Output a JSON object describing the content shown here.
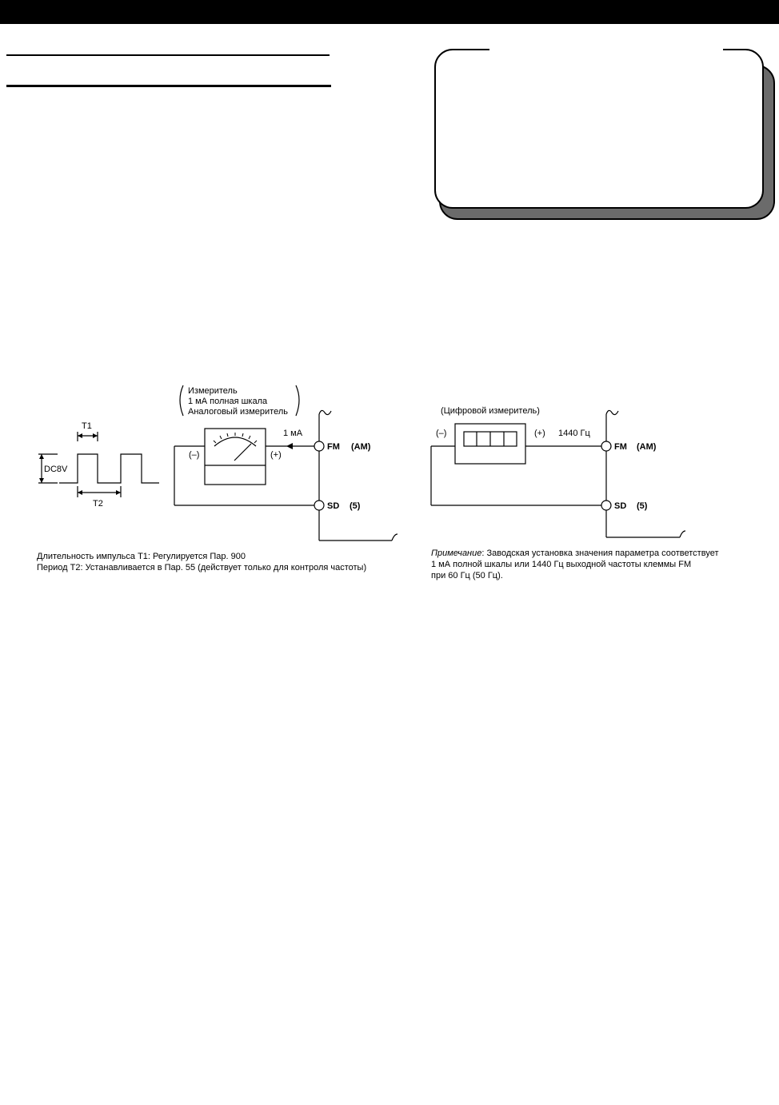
{
  "waveform": {
    "t1": "T1",
    "t2": "T2",
    "voltage": "DC8V"
  },
  "analog_circuit": {
    "meter_note": [
      "Измеритель",
      "1 мА полная шкала",
      "Аналоговый измеритель"
    ],
    "minus": "(–)",
    "plus": "(+)",
    "current": "1 мА",
    "terminal_fm": "FM",
    "terminal_am": "(AM)",
    "terminal_sd": "SD",
    "terminal_5": "(5)"
  },
  "digital_circuit": {
    "meter_note": "(Цифровой измеритель)",
    "minus": "(–)",
    "plus": "(+)",
    "frequency": "1440 Гц",
    "terminal_fm": "FM",
    "terminal_am": "(AM)",
    "terminal_sd": "SD",
    "terminal_5": "(5)"
  },
  "captions": {
    "left": [
      "Длительность импульса T1: Регулируется Пар. 900",
      "Период T2: Устанавливается в Пар. 55 (действует только для контроля частоты)"
    ],
    "right_label": "Примечание",
    "right_line1_rest": ": Заводская установка значения параметра соответствует",
    "right_line2": "1 мА полной шкалы или 1440 Гц выходной частоты клеммы FM",
    "right_line3": "при 60 Гц (50 Гц)."
  }
}
